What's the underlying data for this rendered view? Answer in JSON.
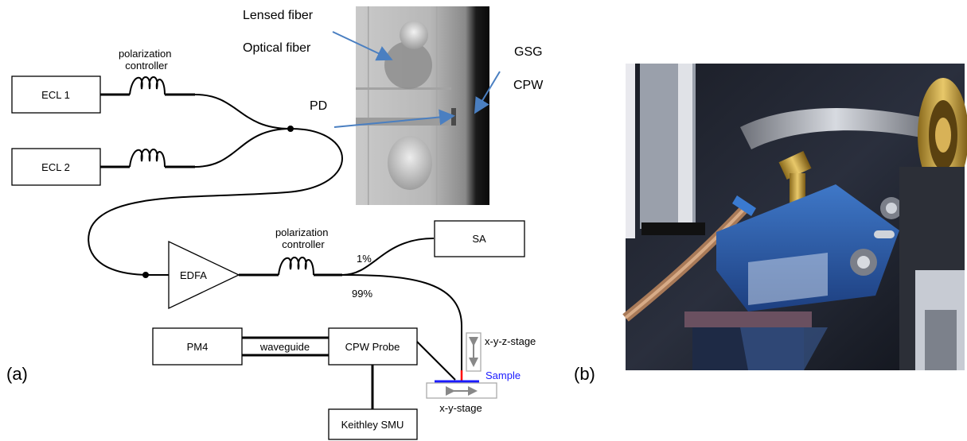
{
  "panel_a": {
    "label": "(a)",
    "ecl1": "ECL 1",
    "ecl2": "ECL 2",
    "pol_ctrl_top": "polarization controller",
    "pol_ctrl_bottom": "polarization controller",
    "edfa": "EDFA",
    "sa": "SA",
    "split_1": "1%",
    "split_99": "99%",
    "pm4": "PM4",
    "waveguide": "waveguide",
    "cpw_probe": "CPW Probe",
    "keithley": "Keithley SMU",
    "xyz_stage": "x-y-z-stage",
    "xy_stage": "x-y-stage",
    "sample": "Sample",
    "inset": {
      "lensed_fiber": "Lensed fiber",
      "optical_fiber": "Optical fiber",
      "gsg": "GSG",
      "cpw": "CPW",
      "pd": "PD"
    }
  },
  "panel_b": {
    "label": "(b)"
  },
  "colors": {
    "arrow": "#4a7fc1",
    "sample": "#1a1aff",
    "fiber_tip": "#ff0000"
  }
}
